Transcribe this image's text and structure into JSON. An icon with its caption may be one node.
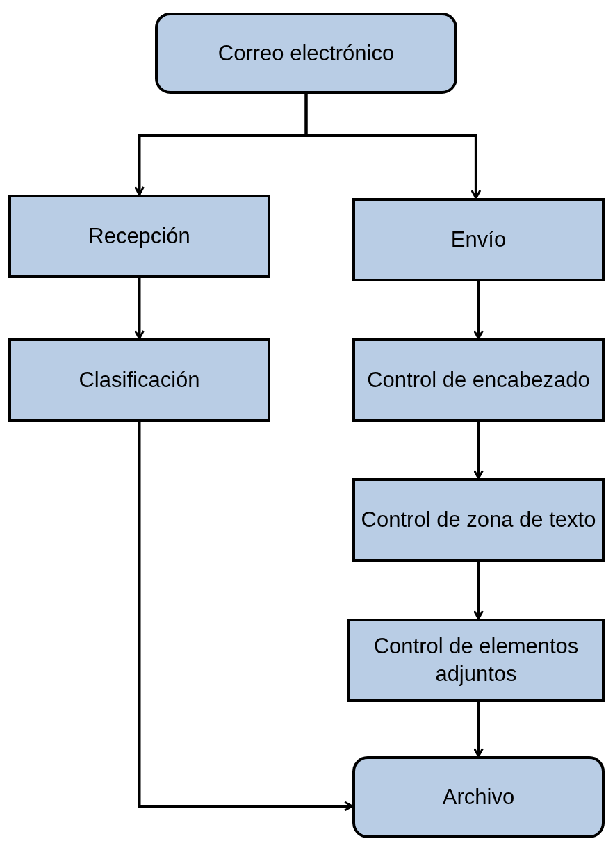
{
  "diagram": {
    "nodes": [
      {
        "text": [
          "Correo electrónico"
        ]
      },
      {
        "text": [
          "Recepción"
        ]
      },
      {
        "text": [
          "Envío"
        ]
      },
      {
        "text": [
          "Clasificación"
        ]
      },
      {
        "text": [
          "Control de encabezado"
        ]
      },
      {
        "text": [
          "Control de zona de texto"
        ]
      },
      {
        "text": [
          "Control de elementos adjuntos"
        ]
      },
      {
        "text": [
          "Archivo"
        ]
      }
    ],
    "edges": [
      {
        "from": 0,
        "to": 1,
        "arrow": "to"
      },
      {
        "from": 0,
        "to": 2,
        "arrow": "to"
      },
      {
        "from": 1,
        "to": 3,
        "arrow": "to"
      },
      {
        "from": 2,
        "to": 4,
        "arrow": "to"
      },
      {
        "from": 4,
        "to": 5,
        "arrow": "to"
      },
      {
        "from": 5,
        "to": 6,
        "arrow": "to"
      },
      {
        "from": 6,
        "to": 7,
        "arrow": "to"
      },
      {
        "from": 3,
        "to": 7,
        "arrow": "to"
      }
    ]
  }
}
